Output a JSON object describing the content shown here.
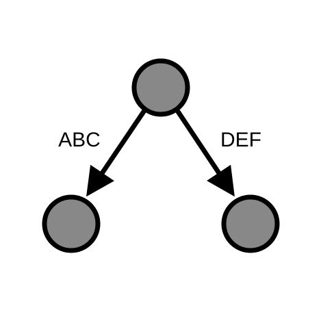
{
  "colors": {
    "background": "#ffffff",
    "node_fill": "#888888",
    "stroke": "#000000",
    "text": "#000000"
  },
  "nodes": [
    {
      "id": "root"
    },
    {
      "id": "left-child"
    },
    {
      "id": "right-child"
    }
  ],
  "edges": [
    {
      "from": "root",
      "to": "left-child",
      "label": "ABC"
    },
    {
      "from": "root",
      "to": "right-child",
      "label": "DEF"
    }
  ]
}
